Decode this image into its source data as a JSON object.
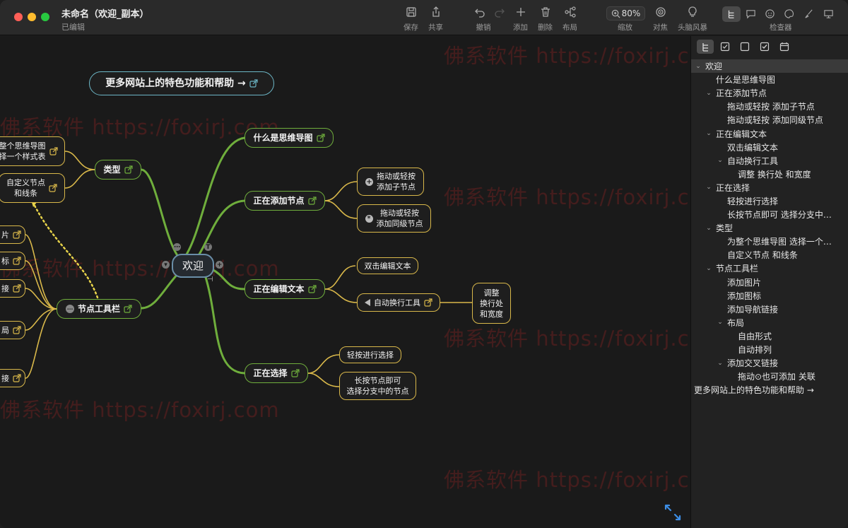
{
  "window": {
    "title": "未命名（欢迎_副本）",
    "subtitle": "已编辑"
  },
  "toolbar": {
    "save": "保存",
    "share": "共享",
    "undo": "撤销",
    "add": "添加",
    "delete": "删除",
    "layout": "布局",
    "zoom": "缩放",
    "zoom_value": "80%",
    "focus": "对焦",
    "brainstorm": "头脑风暴",
    "inspector": "检查器"
  },
  "colors": {
    "green_link": "#6fae3c",
    "yellow_link": "#d9b84a",
    "root_border": "#6a8ea8",
    "teal_border": "#6cb6c6",
    "close": "#ff5f57",
    "minimize": "#febc2e",
    "maximize": "#28c840"
  },
  "map": {
    "root": "欢迎",
    "help_link": "更多网站上的特色功能和帮助 →",
    "branches": {
      "what": "什么是思维导图",
      "adding": "正在添加节点",
      "adding_child": "拖动或轻按\n添加子节点",
      "adding_sibling": "拖动或轻按\n添加同级节点",
      "editing": "正在编辑文本",
      "double_click": "双击编辑文本",
      "auto_wrap": "自动换行工具",
      "adjust_wrap": "调整\n换行处\n和宽度",
      "selecting": "正在选择",
      "tap_select": "轻按进行选择",
      "long_press": "长按节点即可\n选择分支中的节点",
      "types": "类型",
      "types_style": "整个思维导图\n择一个样式表",
      "types_custom": "自定义节点\n和线条",
      "toolbar_node": "节点工具栏",
      "tb_1": "片",
      "tb_2": "标",
      "tb_3": "接",
      "tb_4": "局",
      "tb_5": "接"
    }
  },
  "watermark": "佛系软件 https://foxirj.com",
  "outline": [
    {
      "text": "欢迎",
      "level": 0,
      "chevron": "down",
      "selected": true
    },
    {
      "text": "什么是思维导图",
      "level": 1,
      "chevron": ""
    },
    {
      "text": "正在添加节点",
      "level": 1,
      "chevron": "down"
    },
    {
      "text": "拖动或轻按 添加子节点",
      "level": 2,
      "chevron": ""
    },
    {
      "text": "拖动或轻按 添加同级节点",
      "level": 2,
      "chevron": ""
    },
    {
      "text": "正在编辑文本",
      "level": 1,
      "chevron": "down"
    },
    {
      "text": "双击编辑文本",
      "level": 2,
      "chevron": ""
    },
    {
      "text": "自动换行工具",
      "level": 2,
      "chevron": "down"
    },
    {
      "text": "调整 换行处 和宽度",
      "level": 3,
      "chevron": ""
    },
    {
      "text": "正在选择",
      "level": 1,
      "chevron": "down"
    },
    {
      "text": "轻按进行选择",
      "level": 2,
      "chevron": ""
    },
    {
      "text": "长按节点即可 选择分支中…",
      "level": 2,
      "chevron": ""
    },
    {
      "text": "类型",
      "level": 1,
      "chevron": "down"
    },
    {
      "text": "为整个思维导图 选择一个…",
      "level": 2,
      "chevron": ""
    },
    {
      "text": "自定义节点 和线条",
      "level": 2,
      "chevron": ""
    },
    {
      "text": "节点工具栏",
      "level": 1,
      "chevron": "down"
    },
    {
      "text": "添加图片",
      "level": 2,
      "chevron": ""
    },
    {
      "text": "添加图标",
      "level": 2,
      "chevron": ""
    },
    {
      "text": "添加导航链接",
      "level": 2,
      "chevron": ""
    },
    {
      "text": "布局",
      "level": 2,
      "chevron": "down"
    },
    {
      "text": "自由形式",
      "level": 3,
      "chevron": ""
    },
    {
      "text": "自动排列",
      "level": 3,
      "chevron": ""
    },
    {
      "text": "添加交叉链接",
      "level": 2,
      "chevron": "down"
    },
    {
      "text": "拖动⊙也可添加 关联",
      "level": 3,
      "chevron": ""
    },
    {
      "text": "更多网站上的特色功能和帮助 →",
      "level": 0,
      "chevron": ""
    }
  ],
  "icons": {
    "save": "save-icon",
    "share": "share-icon",
    "undo": "undo-icon",
    "redo": "redo-icon",
    "add": "plus-icon",
    "delete": "trash-icon",
    "layout": "layout-icon",
    "zoom": "zoom-icon",
    "focus": "target-icon",
    "brainstorm": "lightbulb-icon",
    "expand": "expand-icon"
  }
}
